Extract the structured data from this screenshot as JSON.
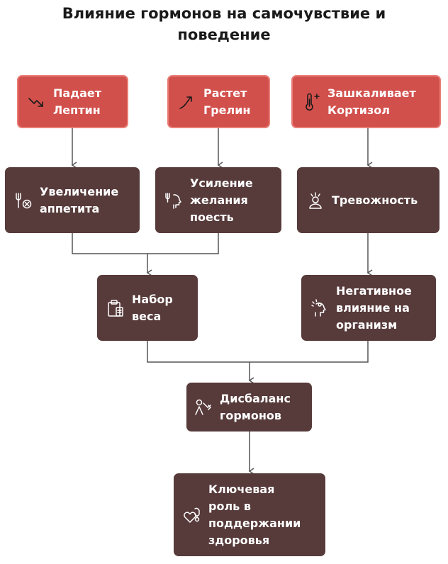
{
  "title": "Влияние гормонов на самочувствие и\nповедение",
  "nodes": {
    "leptin": {
      "label": "Падает\nЛептин",
      "icon": "trend-down-icon"
    },
    "ghrelin": {
      "label": "Растет\nГрелин",
      "icon": "trend-up-icon"
    },
    "cortisol": {
      "label": "Зашкаливает\nКортизол",
      "icon": "thermometer-plus-icon"
    },
    "appetite": {
      "label": "Увеличение\nаппетита",
      "icon": "utensils-x-icon"
    },
    "desire": {
      "label": "Усиление\nжелания\nпоесть",
      "icon": "utensils-head-icon"
    },
    "anxiety": {
      "label": "Тревожность",
      "icon": "anxious-person-icon"
    },
    "weight": {
      "label": "Набор\nвеса",
      "icon": "clipboard-scale-icon"
    },
    "negative": {
      "label": "Негативное\nвлияние на\nорганизм",
      "icon": "head-stress-icon"
    },
    "imbalance": {
      "label": "Дисбаланс\nгормонов",
      "icon": "person-arrow-icon"
    },
    "health": {
      "label": "Ключевая\nроль в\nподдержании\nздоровья",
      "icon": "heart-stethoscope-icon"
    }
  },
  "colors": {
    "red": "#d2504c",
    "red_border": "#e97d76",
    "brown": "#573a3a",
    "edge": "#555555"
  }
}
